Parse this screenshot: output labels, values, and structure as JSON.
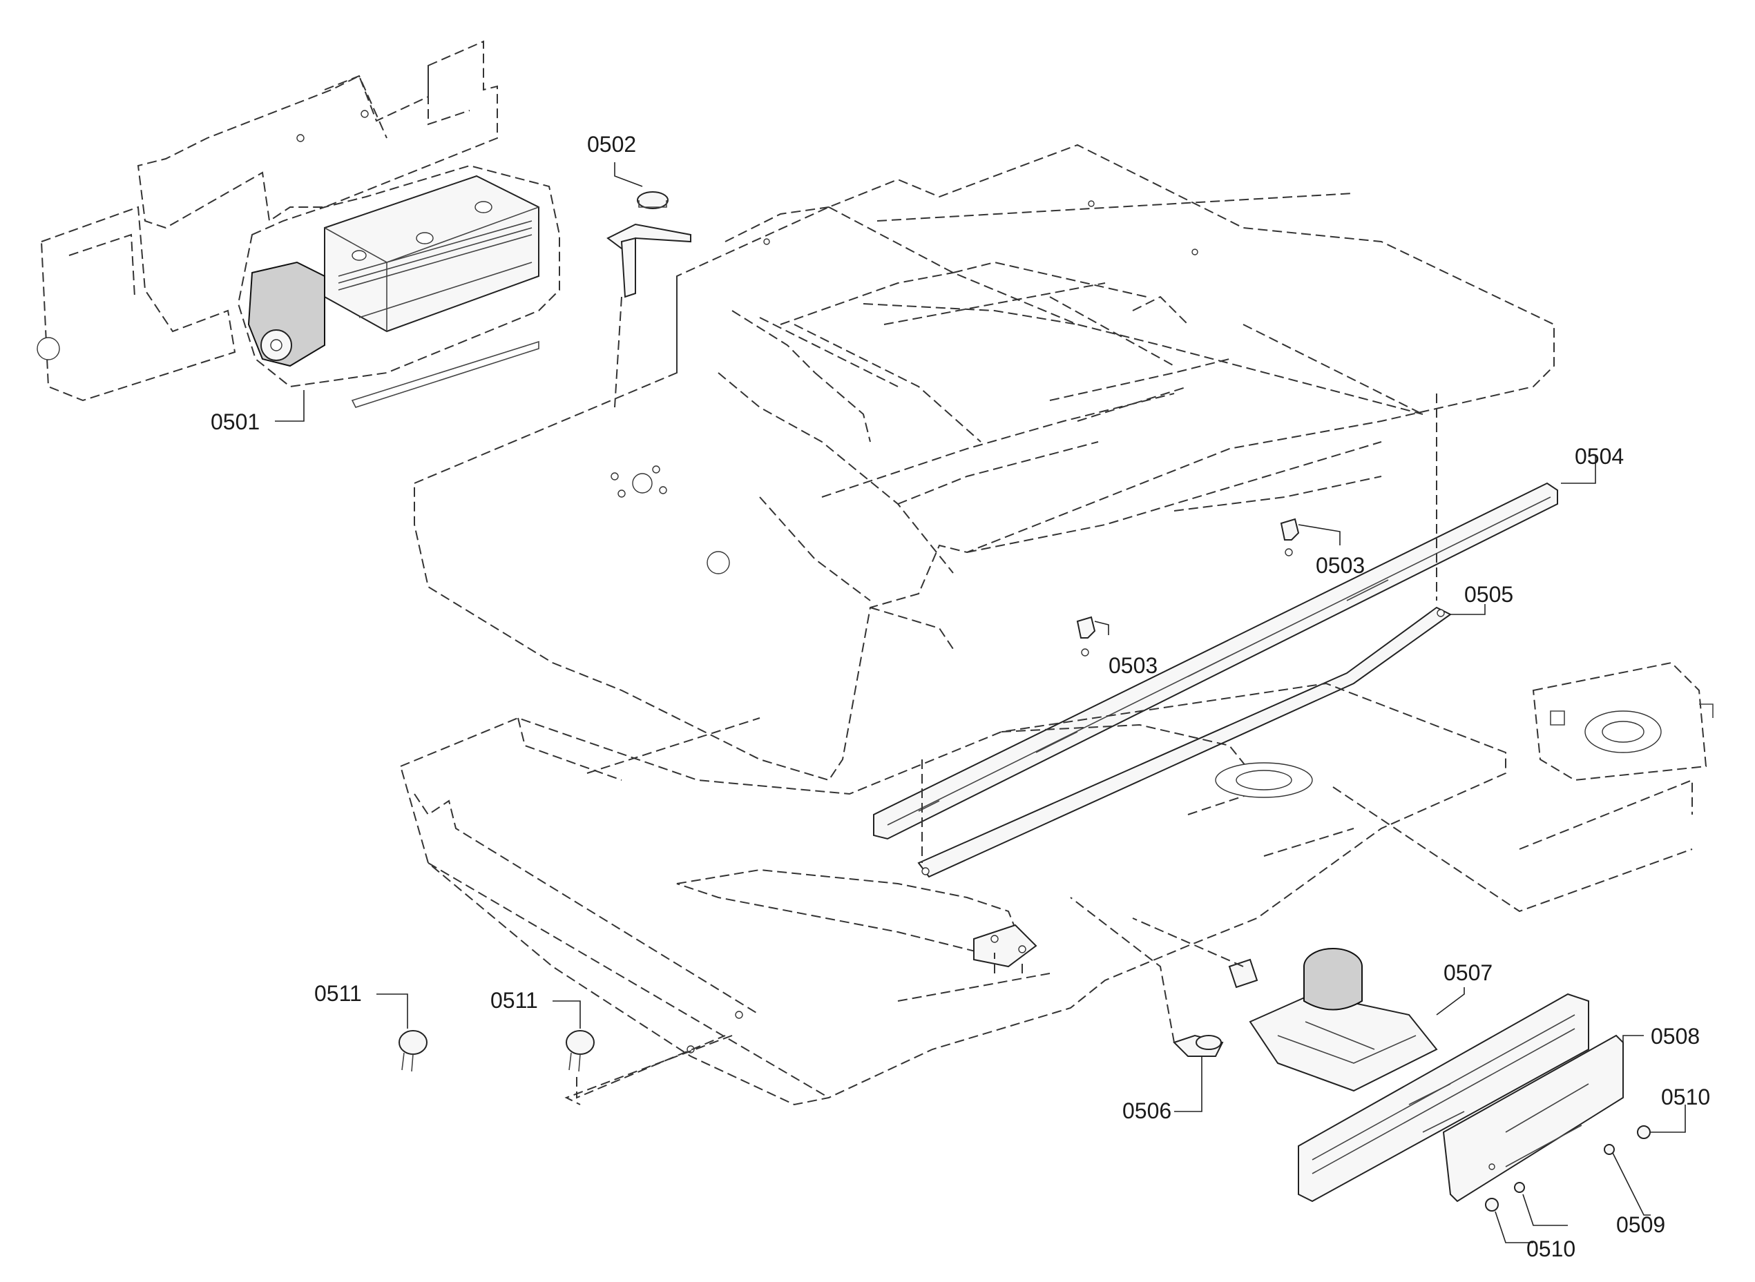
{
  "diagram": {
    "labels": {
      "p0501": "0501",
      "p0502": "0502",
      "p0503a": "0503",
      "p0503b": "0503",
      "p0504": "0504",
      "p0505": "0505",
      "p0506": "0506",
      "p0507": "0507",
      "p0508": "0508",
      "p0509": "0509",
      "p0510a": "0510",
      "p0510b": "0510",
      "p0511a": "0511",
      "p0511b": "0511"
    }
  }
}
